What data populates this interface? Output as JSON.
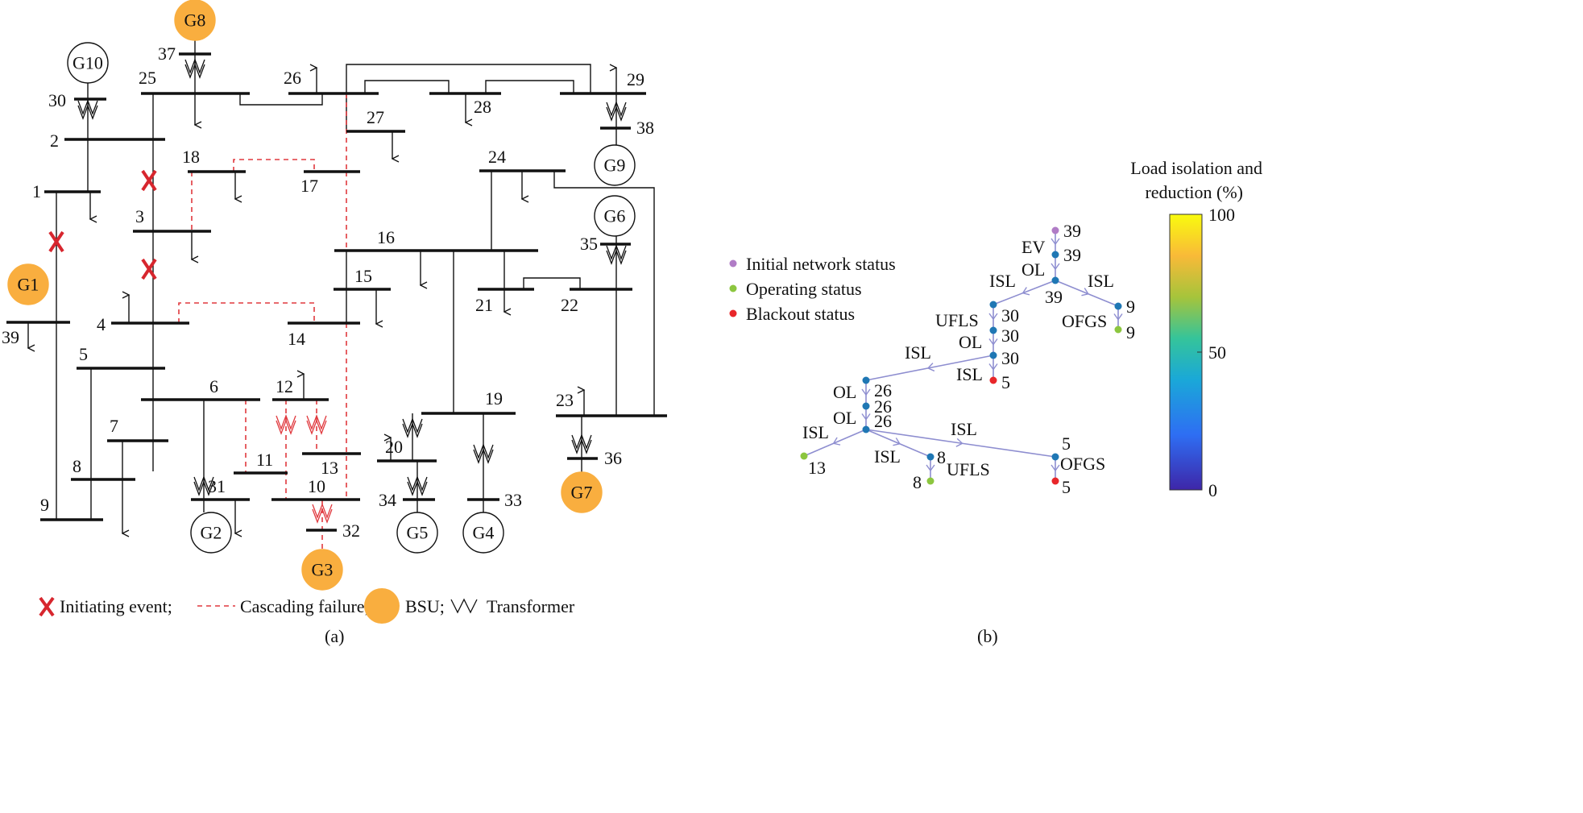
{
  "panel_a": {
    "caption": "(a)",
    "bus_labels": [
      "37",
      "30",
      "25",
      "2",
      "1",
      "18",
      "17",
      "3",
      "26",
      "27",
      "28",
      "29",
      "38",
      "24",
      "35",
      "16",
      "15",
      "21",
      "22",
      "14",
      "4",
      "39",
      "5",
      "6",
      "12",
      "19",
      "23",
      "7",
      "13",
      "11",
      "20",
      "8",
      "31",
      "10",
      "34",
      "33",
      "36",
      "9",
      "32"
    ],
    "generators": [
      {
        "label": "G8",
        "bsu": true
      },
      {
        "label": "G10",
        "bsu": false
      },
      {
        "label": "G1",
        "bsu": true
      },
      {
        "label": "G9",
        "bsu": false
      },
      {
        "label": "G6",
        "bsu": false
      },
      {
        "label": "G2",
        "bsu": false
      },
      {
        "label": "G3",
        "bsu": true
      },
      {
        "label": "G5",
        "bsu": false
      },
      {
        "label": "G4",
        "bsu": false
      },
      {
        "label": "G7",
        "bsu": true
      }
    ],
    "legend": {
      "initiating": "Initiating event;",
      "cascading": "Cascading failure;",
      "bsu": "BSU;",
      "transformer": "Transformer"
    },
    "colors": {
      "bsu": "#f9ae3f",
      "failure": "#e0393e",
      "initiating": "#d7262e",
      "line": "#111111"
    }
  },
  "panel_b": {
    "caption": "(b)",
    "legend": [
      {
        "label": "Initial network status",
        "color": "#b07cc6"
      },
      {
        "label": "Operating status",
        "color": "#8cc63f"
      },
      {
        "label": "Blackout status",
        "color": "#e8262a"
      }
    ],
    "nodes": [
      {
        "label": "39",
        "status": "initial"
      },
      {
        "label": "39",
        "status": "intermediate"
      },
      {
        "label": "39",
        "status": "intermediate"
      },
      {
        "label": "9",
        "status": "intermediate"
      },
      {
        "label": "9",
        "status": "operating"
      },
      {
        "label": "30",
        "status": "intermediate"
      },
      {
        "label": "30",
        "status": "intermediate"
      },
      {
        "label": "30",
        "status": "intermediate"
      },
      {
        "label": "5",
        "status": "blackout"
      },
      {
        "label": "26",
        "status": "intermediate"
      },
      {
        "label": "26",
        "status": "intermediate"
      },
      {
        "label": "26",
        "status": "intermediate"
      },
      {
        "label": "13",
        "status": "operating"
      },
      {
        "label": "8",
        "status": "intermediate"
      },
      {
        "label": "8",
        "status": "operating"
      },
      {
        "label": "5",
        "status": "intermediate"
      },
      {
        "label": "5",
        "status": "blackout"
      }
    ],
    "edge_labels": [
      "EV",
      "OL",
      "ISL",
      "ISL",
      "OFGS",
      "UFLS",
      "OL",
      "ISL",
      "ISL",
      "OL",
      "OL",
      "ISL",
      "ISL",
      "UFLS",
      "ISL",
      "OFGS"
    ],
    "colorbar": {
      "title_line1": "Load isolation and",
      "title_line2": "reduction (%)",
      "ticks": [
        "100",
        "50",
        "0"
      ],
      "range": [
        0,
        100
      ],
      "colormap": [
        "#3e26a8",
        "#2e6ef3",
        "#1aa8d8",
        "#35c49a",
        "#a6c43b",
        "#f9ba38",
        "#f9fb0e"
      ]
    },
    "node_color": "#1f77b4"
  }
}
